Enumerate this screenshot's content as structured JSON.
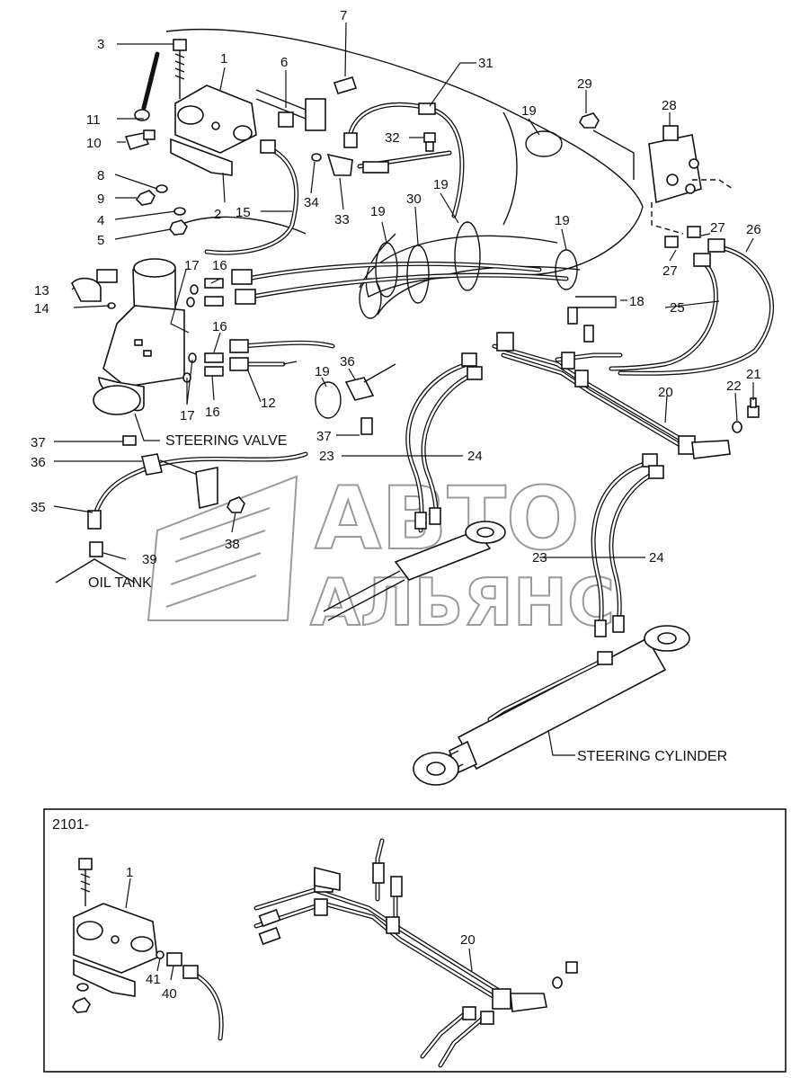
{
  "labels": {
    "steering_valve": "STEERING VALVE",
    "oil_tank": "OIL TANK",
    "steering_cylinder": "STEERING CYLINDER",
    "inset_code": "2101-"
  },
  "watermark": {
    "line1": "АВТО",
    "line2": "АЛЬЯНС"
  },
  "callouts": {
    "c1": "1",
    "c2": "2",
    "c3": "3",
    "c4": "4",
    "c5": "5",
    "c6": "6",
    "c7": "7",
    "c8": "8",
    "c9": "9",
    "c10": "10",
    "c11": "11",
    "c12": "12",
    "c13": "13",
    "c14": "14",
    "c15": "15",
    "c16": "16",
    "c17": "17",
    "c18": "18",
    "c19": "19",
    "c20": "20",
    "c21": "21",
    "c22": "22",
    "c23": "23",
    "c24": "24",
    "c25": "25",
    "c26": "26",
    "c27": "27",
    "c28": "28",
    "c29": "29",
    "c30": "30",
    "c31": "31",
    "c32": "32",
    "c33": "33",
    "c34": "34",
    "c35": "35",
    "c36": "36",
    "c37": "37",
    "c38": "38",
    "c39": "39",
    "c40": "40",
    "c41": "41"
  }
}
